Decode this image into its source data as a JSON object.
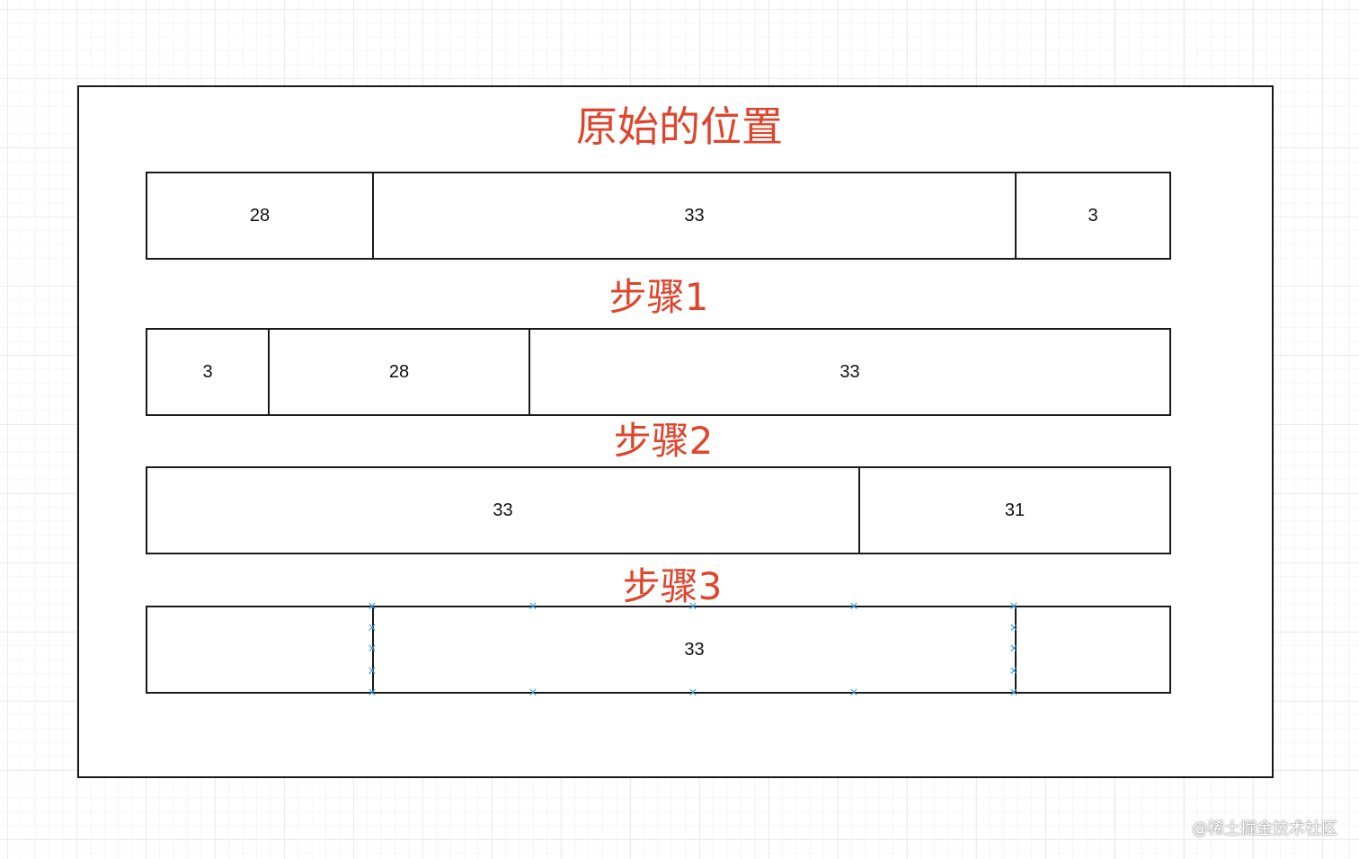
{
  "diagram": {
    "title": "原始的位置",
    "steps": [
      {
        "label": "",
        "cells": [
          "28",
          "33",
          "3"
        ]
      },
      {
        "label": "步骤1",
        "cells": [
          "3",
          "28",
          "33"
        ]
      },
      {
        "label": "步骤2",
        "cells": [
          "33",
          "31"
        ]
      },
      {
        "label": "步骤3",
        "cells": [
          "",
          "33",
          ""
        ]
      }
    ],
    "selected_cell": "33",
    "accent_color": "#e0442b",
    "handle_color": "#3ea0e0"
  },
  "watermark": "@稀土掘金技术社区"
}
